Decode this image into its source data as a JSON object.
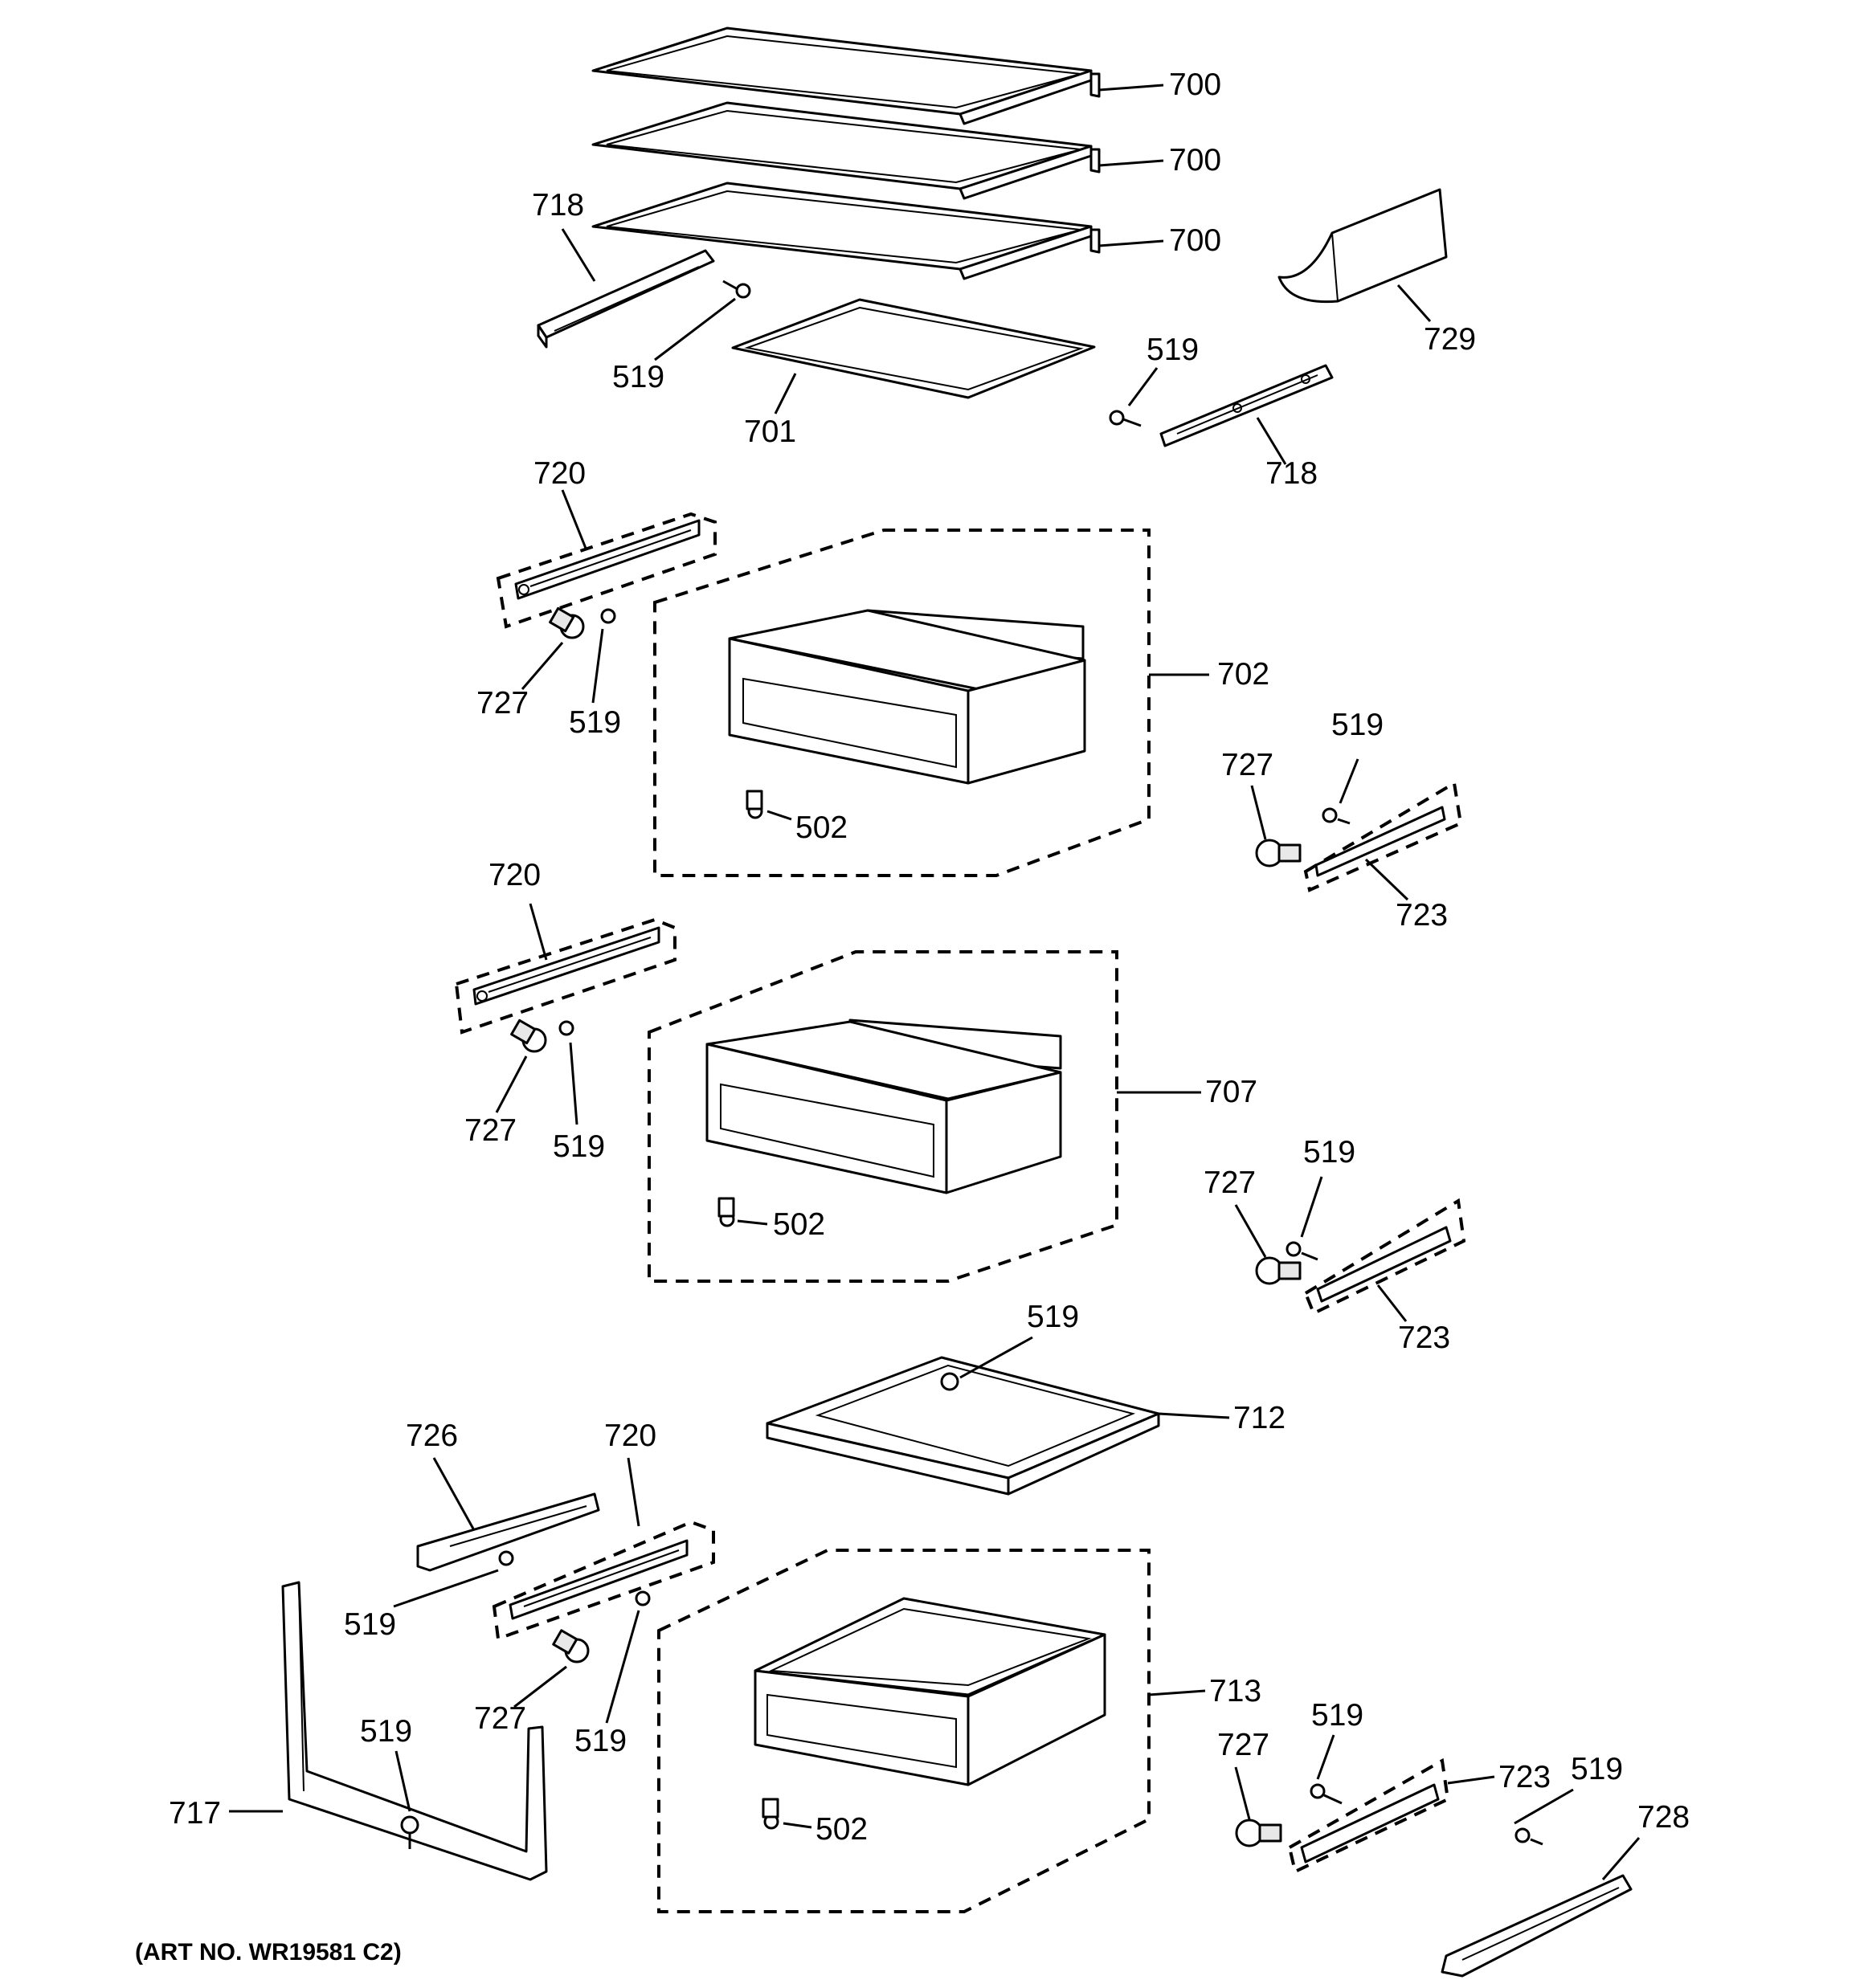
{
  "diagram": {
    "art_number": "(ART NO. WR19581 C2)",
    "callouts": {
      "shelf_top": "700",
      "shelf_middle": "700",
      "shelf_lower": "700",
      "glass_insert": "701",
      "rail_left_top": "718",
      "screw_rail_left_top": "519",
      "rail_right_top": "718",
      "screw_rail_right_top": "519",
      "shield": "729",
      "slide_left_1": "720",
      "roller_left_1": "727",
      "screw_left_1": "519",
      "drawer_1": "702",
      "screw_drawer_1": "502",
      "roller_right_1": "727",
      "screw_right_1": "519",
      "slide_right_1": "723",
      "slide_left_2": "720",
      "roller_left_2": "727",
      "screw_left_2": "519",
      "drawer_2": "707",
      "screw_drawer_2": "502",
      "roller_right_2": "727",
      "screw_right_2": "519",
      "slide_right_2": "723",
      "screw_cover": "519",
      "pan_cover": "712",
      "support_left": "726",
      "slide_left_3": "720",
      "screw_support_left": "519",
      "roller_left_3": "727",
      "screw_left_3": "519",
      "drawer_3": "713",
      "screw_drawer_3": "502",
      "frame_bracket": "717",
      "screw_frame": "519",
      "roller_right_3": "727",
      "screw_right_3": "519",
      "slide_right_3": "723",
      "screw_support_right": "519",
      "support_right": "728"
    }
  }
}
